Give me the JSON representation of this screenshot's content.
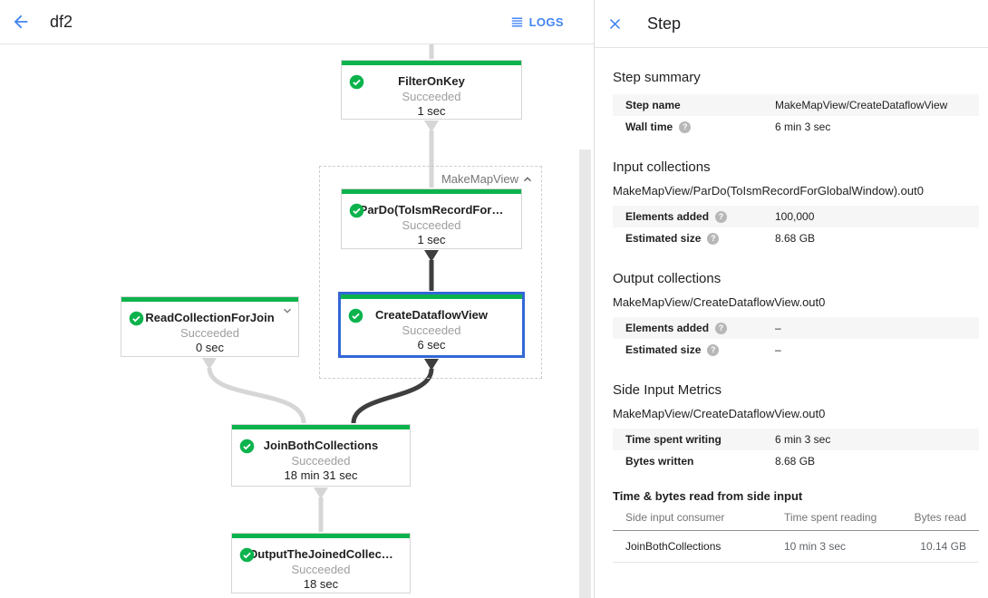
{
  "toolbar": {
    "title": "df2",
    "logs_label": "LOGS"
  },
  "icons": {
    "help_glyph": "?"
  },
  "graph": {
    "group_label": "MakeMapView",
    "nodes": [
      {
        "title": "FilterOnKey",
        "status": "Succeeded",
        "time": "1 sec"
      },
      {
        "title": "ParDo(ToIsmRecordFor…",
        "status": "Succeeded",
        "time": "1 sec"
      },
      {
        "title": "CreateDataflowView",
        "status": "Succeeded",
        "time": "6 sec",
        "selected": true
      },
      {
        "title": "ReadCollectionForJoin",
        "status": "Succeeded",
        "time": "0 sec"
      },
      {
        "title": "JoinBothCollections",
        "status": "Succeeded",
        "time": "18 min 31 sec"
      },
      {
        "title": "OutputTheJoinedCollec…",
        "status": "Succeeded",
        "time": "18 sec"
      }
    ],
    "status_color": "#0cb34d",
    "selected_border_color": "#3367d6"
  },
  "panel": {
    "title": "Step",
    "step_summary": {
      "heading": "Step summary",
      "rows": [
        {
          "label": "Step name",
          "value": "MakeMapView/CreateDataflowView"
        },
        {
          "label": "Wall time",
          "value": "6 min 3 sec"
        }
      ]
    },
    "input_collections": {
      "heading": "Input collections",
      "collection": "MakeMapView/ParDo(ToIsmRecordForGlobalWindow).out0",
      "rows": [
        {
          "label": "Elements added",
          "value": "100,000"
        },
        {
          "label": "Estimated size",
          "value": "8.68 GB"
        }
      ]
    },
    "output_collections": {
      "heading": "Output collections",
      "collection": "MakeMapView/CreateDataflowView.out0",
      "rows": [
        {
          "label": "Elements added",
          "value": "–"
        },
        {
          "label": "Estimated size",
          "value": "–"
        }
      ]
    },
    "side_input_metrics": {
      "heading": "Side Input Metrics",
      "collection": "MakeMapView/CreateDataflowView.out0",
      "rows": [
        {
          "label": "Time spent writing",
          "value": "6 min 3 sec"
        },
        {
          "label": "Bytes written",
          "value": "8.68 GB"
        }
      ]
    },
    "side_input_table": {
      "heading": "Time & bytes read from side input",
      "columns": [
        "Side input consumer",
        "Time spent reading",
        "Bytes read"
      ],
      "rows": [
        [
          "JoinBothCollections",
          "10 min 3 sec",
          "10.14 GB"
        ]
      ]
    }
  }
}
